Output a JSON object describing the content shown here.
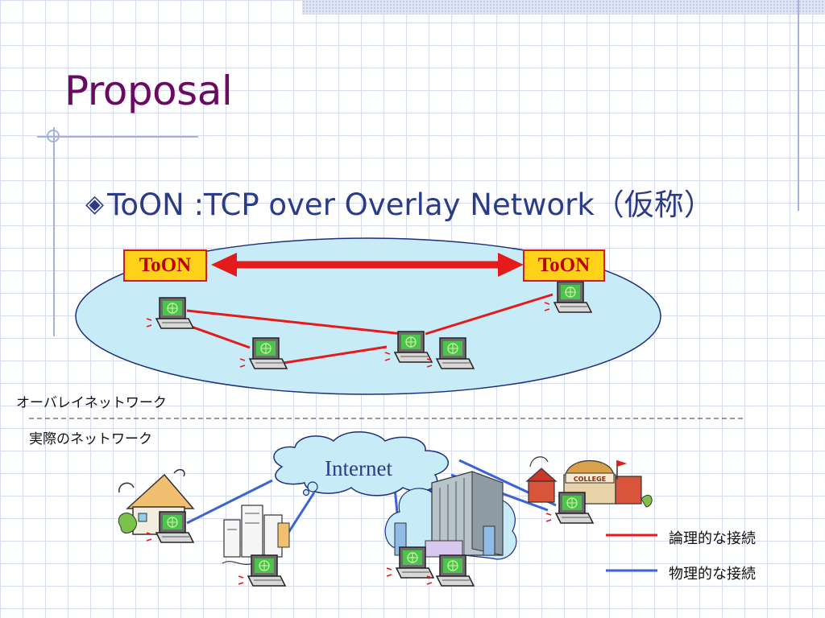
{
  "slide": {
    "title": "Proposal",
    "bullet_text": "ToON :TCP over Overlay Network（仮称）"
  },
  "overlay": {
    "label": "オーバレイネットワーク",
    "node_left": "ToON",
    "node_right": "ToON"
  },
  "physical": {
    "label": "実際のネットワーク",
    "cloud_label": "Internet",
    "building_sign": "COLLEGE"
  },
  "legend": {
    "logical": "論理的な接続",
    "physical": "物理的な接続"
  },
  "colors": {
    "title": "#6b0a63",
    "text": "#2b3b86",
    "logical_link": "#e51b1b",
    "physical_link": "#3a63d6",
    "overlay_fill": "#c8ecf7",
    "toon_box": "#ffd21a"
  }
}
